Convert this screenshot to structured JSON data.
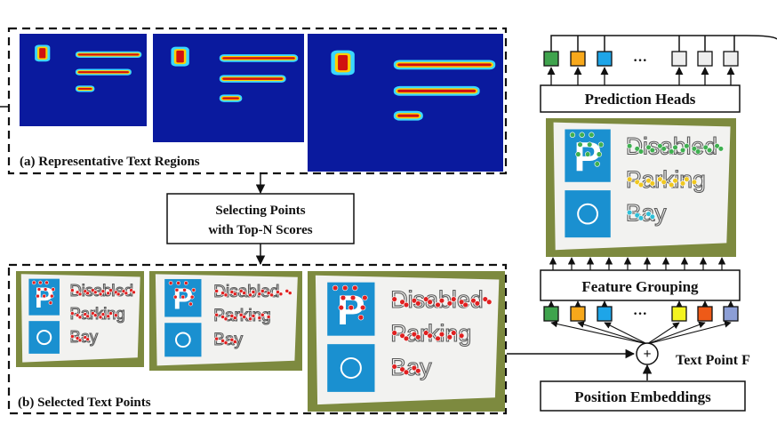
{
  "labels": {
    "regions_caption": "(a) Representative Text Regions",
    "points_caption": "(b) Selected Text Points",
    "selecting_line1": "Selecting Points",
    "selecting_line2": "with Top-N Scores",
    "prediction_heads": "Prediction Heads",
    "feature_grouping": "Feature Grouping",
    "position_embeddings": "Position Embeddings",
    "text_point_features": "Text Point F",
    "ellipsis": "···",
    "plus": "+"
  },
  "sign_words": [
    "Disabled",
    "Parking",
    "Bay"
  ],
  "head_tokens": [
    "green",
    "orange",
    "blue",
    "empty",
    "empty",
    "empty"
  ],
  "feature_tokens": [
    "green",
    "orange",
    "blue",
    "yellow",
    "red",
    "periwinkle"
  ],
  "colors": {
    "green": "#3fa34d",
    "orange": "#f7a81b",
    "blue": "#1ea5e8",
    "yellow": "#f3f320",
    "red": "#ee5a18",
    "periwinkle": "#8c9ed6",
    "empty": "#eeeeee",
    "heatmap_bg": "#0a1a9e",
    "sign_blue": "#1a90d0",
    "point_red": "#e02020",
    "point_green": "#3fb050",
    "point_yellow": "#f0c820",
    "point_cyan": "#30c0d8"
  }
}
